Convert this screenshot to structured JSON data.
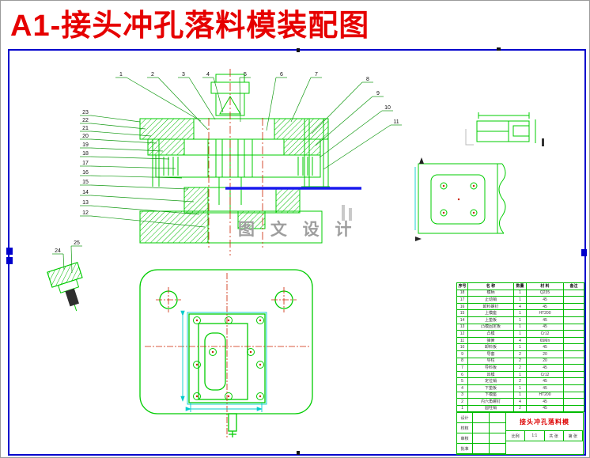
{
  "page": {
    "title": "A1-接头冲孔落料模装配图",
    "watermark": "图 文 设 计"
  },
  "colors": {
    "line_green": "#00cc00",
    "frame_blue": "#0000cc",
    "datum_blue": "#1a1aee",
    "centerline_red": "#cc2200",
    "dim_cyan": "#00cccc",
    "title_red": "#e60000",
    "watermark_gray": "#9e9e9e"
  },
  "callouts": {
    "top": [
      "1",
      "2",
      "3",
      "4",
      "5",
      "6",
      "7"
    ],
    "right": [
      "8",
      "9",
      "10",
      "11"
    ],
    "left": [
      "23",
      "22",
      "21",
      "20",
      "19",
      "18",
      "17",
      "16",
      "15",
      "14",
      "13",
      "12"
    ],
    "detail": [
      "24",
      "25"
    ]
  },
  "bom": {
    "headers": [
      "序号",
      "名  称",
      "数量",
      "材  料",
      "备注"
    ],
    "rows": [
      [
        "18",
        "模柄",
        "1",
        "Q235",
        ""
      ],
      [
        "17",
        "止动销",
        "1",
        "45",
        ""
      ],
      [
        "16",
        "卸料螺钉",
        "4",
        "45",
        ""
      ],
      [
        "15",
        "上模座",
        "1",
        "HT200",
        ""
      ],
      [
        "14",
        "上垫板",
        "1",
        "45",
        ""
      ],
      [
        "13",
        "凸模固定板",
        "1",
        "45",
        ""
      ],
      [
        "12",
        "凸模",
        "1",
        "Cr12",
        ""
      ],
      [
        "11",
        "弹簧",
        "4",
        "65Mn",
        ""
      ],
      [
        "10",
        "卸料板",
        "1",
        "45",
        ""
      ],
      [
        "9",
        "导套",
        "2",
        "20",
        ""
      ],
      [
        "8",
        "导柱",
        "2",
        "20",
        ""
      ],
      [
        "7",
        "导料板",
        "2",
        "45",
        ""
      ],
      [
        "6",
        "凹模",
        "1",
        "Cr12",
        ""
      ],
      [
        "5",
        "定位销",
        "2",
        "45",
        ""
      ],
      [
        "4",
        "下垫板",
        "1",
        "45",
        ""
      ],
      [
        "3",
        "下模座",
        "1",
        "HT200",
        ""
      ],
      [
        "2",
        "内六角螺钉",
        "4",
        "45",
        ""
      ],
      [
        "1",
        "圆柱销",
        "2",
        "45",
        ""
      ]
    ]
  },
  "title_block": {
    "name": "接头冲孔落料模",
    "left_labels": [
      "设计",
      "校核",
      "审核",
      "批准"
    ],
    "scale_label": "比例",
    "scale_value": "1:1",
    "sheet_label": "共 张",
    "page_label": "第 张"
  }
}
